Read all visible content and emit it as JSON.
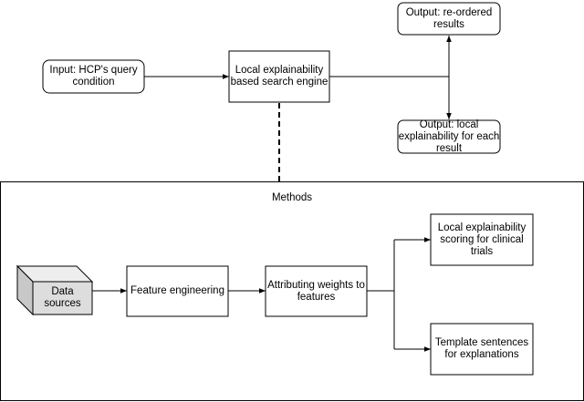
{
  "diagram": {
    "nodes": {
      "input": "Input: HCP's query\ncondition",
      "engine": "Local explainability\nbased search engine",
      "output_reordered": "Output: re-ordered\nresults",
      "output_local": "Output: local\nexplainability for each\nresult",
      "methods_title": "Methods",
      "data_sources": "Data\nsources",
      "feature_engineering": "Feature engineering",
      "attributing_weights": "Attributing weights to\nfeatures",
      "local_scoring": "Local explainability\nscoring for clinical\ntrials",
      "template_sentences": "Template sentences\nfor explanations"
    },
    "colors": {
      "stroke": "#000000",
      "fill": "#ffffff",
      "cube_front": "#dddddd",
      "cube_top": "#eeeeee",
      "cube_side": "#c8c8c8"
    }
  }
}
